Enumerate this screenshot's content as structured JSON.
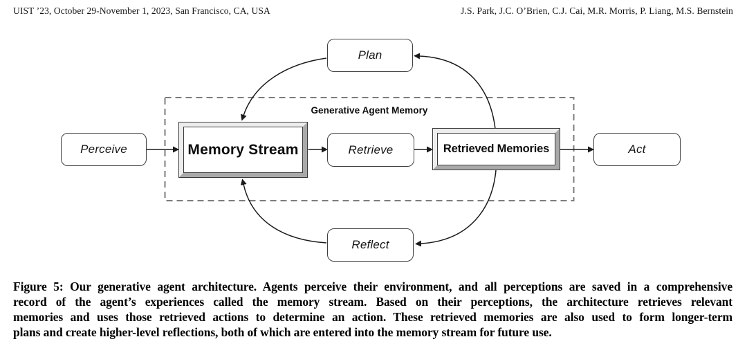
{
  "header": {
    "conference": "UIST ’23, October 29-November 1, 2023, San Francisco, CA, USA",
    "authors": "J.S. Park, J.C. O’Brien, C.J. Cai, M.R. Morris, P. Liang, M.S. Bernstein"
  },
  "diagram": {
    "memory_group_label": "Generative Agent Memory",
    "nodes": {
      "perceive": {
        "label": "Perceive",
        "shape": "rounded"
      },
      "memory_stream": {
        "label": "Memory Stream",
        "shape": "beveled"
      },
      "retrieve": {
        "label": "Retrieve",
        "shape": "rounded"
      },
      "retrieved_memories": {
        "label": "Retrieved Memories",
        "shape": "beveled"
      },
      "act": {
        "label": "Act",
        "shape": "rounded"
      },
      "plan": {
        "label": "Plan",
        "shape": "rounded"
      },
      "reflect": {
        "label": "Reflect",
        "shape": "rounded"
      }
    },
    "edges": [
      {
        "from": "Perceive",
        "to": "Memory Stream"
      },
      {
        "from": "Memory Stream",
        "to": "Retrieve"
      },
      {
        "from": "Retrieve",
        "to": "Retrieved Memories"
      },
      {
        "from": "Retrieved Memories",
        "to": "Act"
      },
      {
        "from": "Retrieved Memories",
        "to": "Plan"
      },
      {
        "from": "Plan",
        "to": "Memory Stream"
      },
      {
        "from": "Retrieved Memories",
        "to": "Reflect"
      },
      {
        "from": "Reflect",
        "to": "Memory Stream"
      }
    ],
    "colors": {
      "arrow": "#1a1a1a",
      "box_border": "#3f3f3f",
      "dashed_boundary": "#7c7c7c",
      "bevel_light": "#ededed",
      "bevel_dark": "#a9a9a9",
      "background": "#ffffff"
    }
  },
  "caption": {
    "lines": [
      "Figure 5: Our generative agent architecture. Agents perceive their environment, and all perceptions are saved in a comprehensive",
      "record of the agent’s experiences called the memory stream. Based on their perceptions, the architecture retrieves relevant",
      "memories and uses those retrieved actions to determine an action. These retrieved memories are also used to form longer-term",
      "plans and create higher-level reflections, both of which are entered into the memory stream for future use."
    ]
  }
}
